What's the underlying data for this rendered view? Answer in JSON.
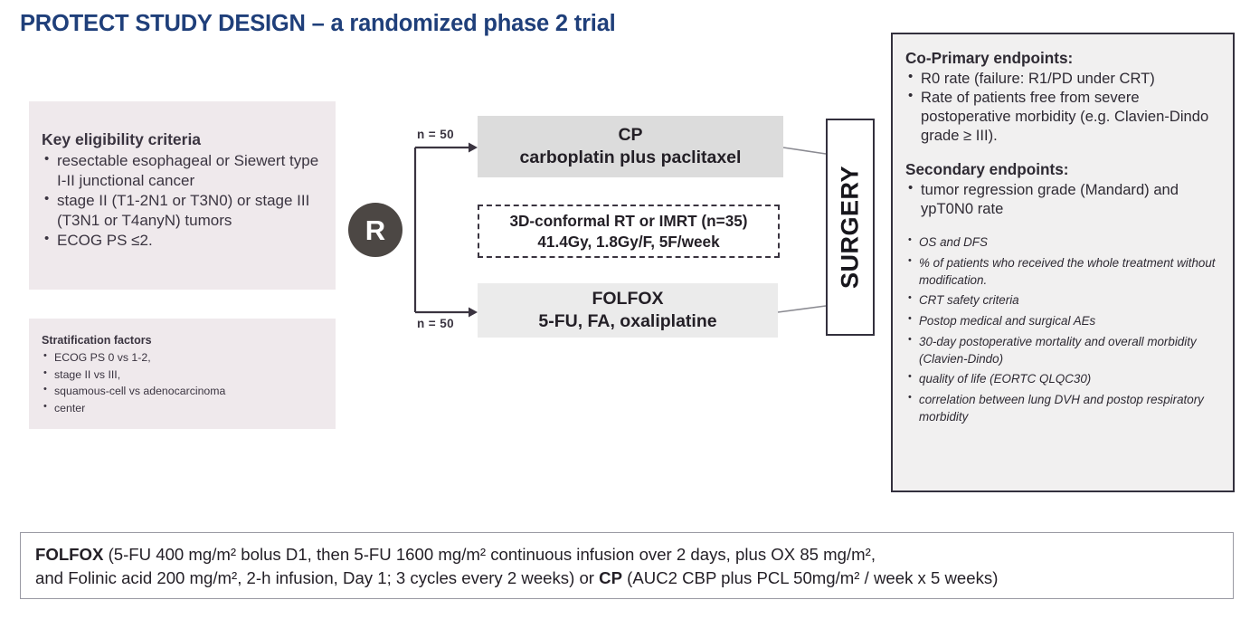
{
  "title": "PROTECT STUDY DESIGN – a randomized phase 2 trial",
  "eligibility": {
    "heading": "Key eligibility criteria",
    "items": [
      "resectable esophageal or Siewert type I-II junctional cancer",
      "stage II (T1-2N1 or T3N0) or stage III (T3N1 or T4anyN) tumors",
      "ECOG PS ≤2."
    ]
  },
  "stratification": {
    "heading": "Stratification factors",
    "items": [
      "ECOG PS 0 vs 1-2,",
      "stage II vs III,",
      "squamous-cell vs adenocarcinoma",
      "center"
    ]
  },
  "randomization": {
    "label": "R",
    "n_top": "n = 50",
    "n_bottom": "n = 50"
  },
  "arms": {
    "cp": {
      "line1": "CP",
      "line2": "carboplatin plus paclitaxel"
    },
    "rt": {
      "line1": "3D-conformal RT or IMRT (n=35)",
      "line2": "41.4Gy, 1.8Gy/F, 5F/week"
    },
    "folfox": {
      "line1": "FOLFOX",
      "line2": "5-FU, FA, oxaliplatine"
    }
  },
  "surgery": {
    "label": "SURGERY"
  },
  "endpoints": {
    "primary_heading": "Co-Primary endpoints:",
    "primary_items": [
      "R0 rate (failure: R1/PD under CRT)",
      "Rate of patients free from severe postoperative morbidity (e.g. Clavien-Dindo grade ≥ III)."
    ],
    "secondary_heading": "Secondary endpoints:",
    "secondary_items": [
      "tumor regression grade (Mandard) and ypT0N0 rate"
    ],
    "secondary_italic_items": [
      "OS and DFS",
      "% of patients who received the whole treatment without modification.",
      "CRT safety criteria",
      "Postop medical and surgical AEs",
      "30-day postoperative mortality and overall morbidity (Clavien-Dindo)",
      "quality of life (EORTC QLQC30)",
      "correlation between lung DVH and postop respiratory morbidity"
    ]
  },
  "footnote": {
    "line1_bold": "FOLFOX",
    "line1_rest": " (5-FU 400 mg/m² bolus D1, then 5-FU 1600 mg/m² continuous infusion over 2 days, plus OX 85 mg/m²,",
    "line2_a": "and Folinic acid 200 mg/m², 2-h infusion, Day 1; 3 cycles every 2 weeks) or ",
    "line2_bold": "CP",
    "line2_b": " (AUC2 CBP plus PCL 50mg/m² / week x 5 weeks)"
  },
  "colors": {
    "title": "#1f3f7a",
    "panel_pink": "#efe9ec",
    "cp_box": "#dcdcdc",
    "folfox_box": "#ebebeb",
    "endpoints_bg": "#f1f0f0",
    "circle": "#4c4744",
    "stroke": "#33303d"
  }
}
